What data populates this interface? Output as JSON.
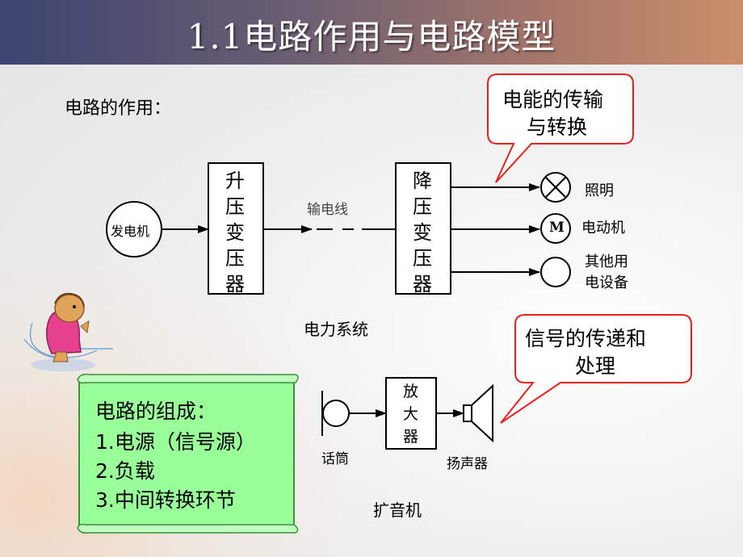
{
  "title": "1.1电路作用与电路模型",
  "section_heading": "电路的作用：",
  "callout_top": {
    "line1": "电能的传输",
    "line2": "与转换"
  },
  "callout_bottom": {
    "line1": "信号的传递和",
    "line2": "处理"
  },
  "power_system": {
    "generator": "发电机",
    "step_up": [
      "升",
      "压",
      "变",
      "压",
      "器"
    ],
    "transmission_line": "输电线",
    "step_down": [
      "降",
      "压",
      "变",
      "压",
      "器"
    ],
    "loads": {
      "lighting": "照明",
      "motor_symbol": "M",
      "motor": "电动机",
      "other_line1": "其他用",
      "other_line2": "电设备"
    },
    "caption": "电力系统"
  },
  "amplifier_system": {
    "microphone": "话筒",
    "amplifier": [
      "放",
      "大",
      "器"
    ],
    "speaker": "扬声器",
    "caption": "扩音机"
  },
  "composition": {
    "heading": "电路的组成：",
    "items": [
      "1.电源（信号源）",
      "2.负载",
      "3.中间转换环节"
    ]
  },
  "colors": {
    "scroll_fill": "#99ff99",
    "callout_border": "#e8201b",
    "title_text": "#ffffff"
  }
}
